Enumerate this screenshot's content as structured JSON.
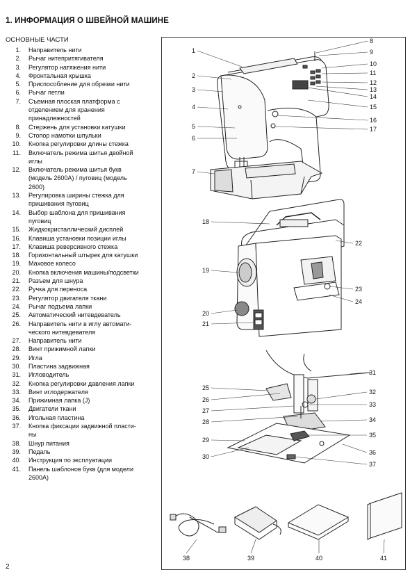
{
  "title": "1. ИНФОРМАЦИЯ О ШВЕЙНОЙ МАШИНЕ",
  "subtitle": "ОСНОВНЫЕ ЧАСТИ",
  "parts": [
    {
      "n": "1.",
      "t": "Направитель нити"
    },
    {
      "n": "2.",
      "t": "Рычаг нитепритягивателя"
    },
    {
      "n": "3.",
      "t": "Регулятор натяжения нити"
    },
    {
      "n": "4.",
      "t": "Фронтальная крышка"
    },
    {
      "n": "5.",
      "t": "Приспособление для обрезки нити"
    },
    {
      "n": "6.",
      "t": "Рычаг петли"
    },
    {
      "n": "7.",
      "t": "Съемная плоская платформа с",
      "c": [
        "отделением для хранения",
        "принадлежностей"
      ]
    },
    {
      "n": "8.",
      "t": "Стержень для установки катушки"
    },
    {
      "n": "9.",
      "t": "Стопор намотки шпульки"
    },
    {
      "n": "10.",
      "t": "Кнопка регулировки длины стежка"
    },
    {
      "n": "11.",
      "t": "Включатель режима шитья двойной",
      "c": [
        "иглы"
      ]
    },
    {
      "n": "12.",
      "t": "Включатель режима шитья букв",
      "c": [
        "(модель 2600A) / пуговиц (модель",
        "2600)"
      ]
    },
    {
      "n": "13.",
      "t": "Регулировка ширины стежка для",
      "c": [
        "пришивания пуговиц"
      ]
    },
    {
      "n": "14.",
      "t": "Выбор шаблона для пришивания",
      "c": [
        "пуговиц"
      ]
    },
    {
      "n": "15.",
      "t": "Жидкокристаллический дисплей"
    },
    {
      "n": "16.",
      "t": "Клавиша установки позиции иглы"
    },
    {
      "n": "17.",
      "t": "Клавиша реверсивного стежка"
    },
    {
      "n": "18.",
      "t": "Горизонтальный штырек для катушки"
    },
    {
      "n": "19.",
      "t": "Маховое колесо"
    },
    {
      "n": "20.",
      "t": "Кнопка включения машины/подсветки"
    },
    {
      "n": "21.",
      "t": "Разъем для шнура"
    },
    {
      "n": "22.",
      "t": "Ручка для переноса"
    },
    {
      "n": "23.",
      "t": "Регулятор двигателя ткани"
    },
    {
      "n": "24.",
      "t": "Рычаг подъема лапки"
    },
    {
      "n": "25.",
      "t": "Автоматический нитевдеватель"
    },
    {
      "n": "26.",
      "t": "Направитель нити в иглу автомати-",
      "c": [
        "ческого нитевдевателя"
      ]
    },
    {
      "n": "27.",
      "t": "Направитель нити"
    },
    {
      "n": "28.",
      "t": "Винт прижимной лапки"
    },
    {
      "n": "29.",
      "t": "Игла"
    },
    {
      "n": "30.",
      "t": "Пластина задвижная"
    },
    {
      "n": "31.",
      "t": "Игловодитель"
    },
    {
      "n": "32.",
      "t": "Кнопка регулировки давления лапки"
    },
    {
      "n": "33.",
      "t": "Винт иглодержателя"
    },
    {
      "n": "34.",
      "t": "Прижимная лапка (J)"
    },
    {
      "n": "35.",
      "t": "Двигатели ткани"
    },
    {
      "n": "36.",
      "t": "Игольная пластина"
    },
    {
      "n": "37.",
      "t": "Кнопка фиксации задвижной пласти-",
      "c": [
        "ны"
      ]
    },
    {
      "n": "38.",
      "t": "Шнур питания"
    },
    {
      "n": "39.",
      "t": "Педаль"
    },
    {
      "n": "40.",
      "t": "Инструкция по эксплуатации"
    },
    {
      "n": "41.",
      "t": "Панель шаблонов букв (для модели",
      "c": [
        "2600A)"
      ]
    }
  ],
  "figure_labels": [
    "1",
    "2",
    "3",
    "4",
    "5",
    "6",
    "7",
    "8",
    "9",
    "10",
    "11",
    "12",
    "13",
    "14",
    "15",
    "16",
    "17",
    "18",
    "19",
    "20",
    "21",
    "22",
    "23",
    "24",
    "25",
    "26",
    "27",
    "28",
    "29",
    "30",
    "31",
    "32",
    "33",
    "34",
    "35",
    "36",
    "37",
    "38",
    "39",
    "40",
    "41"
  ],
  "page_number": "2"
}
